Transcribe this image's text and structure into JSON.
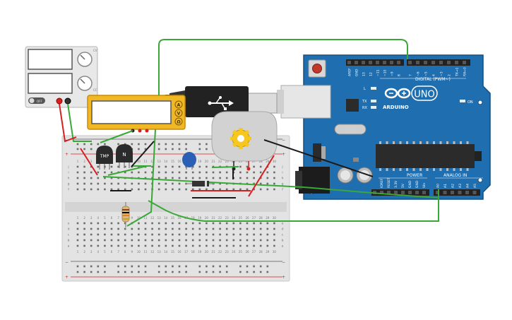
{
  "power_supply": {
    "off_label": "OFF",
    "knob_labels": [
      "CV",
      "CC"
    ]
  },
  "multimeter": {
    "modes": [
      "A",
      "V",
      "Ω"
    ]
  },
  "arduino": {
    "digital_header": "DIGITAL (PWM~)",
    "digital_pins": [
      "AREF",
      "GND",
      "13",
      "12",
      "~11",
      "~10",
      "~9",
      "8",
      "7",
      "~6",
      "~5",
      "4",
      "~3",
      "2",
      "TX→1",
      "RX←0"
    ],
    "brand": "ARDUINO",
    "model": "UNO",
    "led_labels": [
      "L",
      "TX",
      "RX"
    ],
    "on_label": "ON",
    "power_header": "POWER",
    "power_pins": [
      "IOREF",
      "RESET",
      "3.3V",
      "5V",
      "GND",
      "GND",
      "Vin"
    ],
    "analog_header": "ANALOG IN",
    "analog_pins": [
      "A0",
      "A1",
      "A2",
      "A3",
      "A4",
      "A5"
    ]
  },
  "breadboard": {
    "row_letters_top": [
      "j",
      "i",
      "h",
      "g",
      "f"
    ],
    "row_letters_bottom": [
      "e",
      "d",
      "c",
      "b",
      "a"
    ],
    "columns": [
      "1",
      "2",
      "3",
      "4",
      "5",
      "6",
      "7",
      "8",
      "9",
      "10",
      "11",
      "12",
      "13",
      "14",
      "15",
      "16",
      "17",
      "18",
      "19",
      "20",
      "21",
      "22",
      "23",
      "24",
      "25",
      "26",
      "27",
      "28",
      "29",
      "30"
    ]
  },
  "components": {
    "temp_sensor_label": "TMP",
    "transistor_label": "N"
  },
  "colors": {
    "wire_green": "#3aa836",
    "wire_red": "#d62020",
    "wire_black": "#1a1a1a",
    "arduino_blue": "#1f6fb0",
    "multimeter_yellow": "#f2b824",
    "capacitor_blue": "#2a5fb5"
  }
}
